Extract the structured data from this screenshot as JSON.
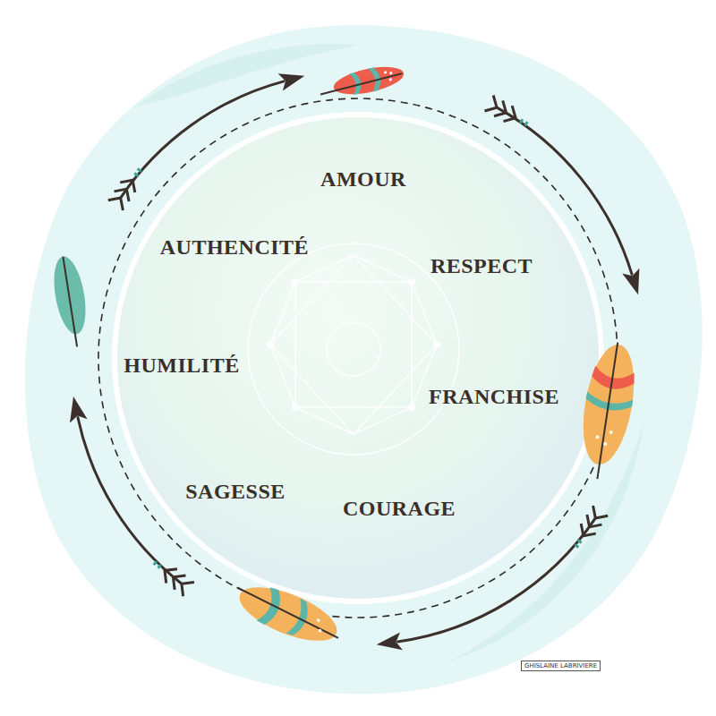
{
  "diagram": {
    "nodes": [
      {
        "text": [
          "AMOUR",
          "RESPECT",
          "FRANCHISE",
          "COURAGE",
          "SAGESSE",
          "HUMILITÉ",
          "AUTHENCITÉ"
        ]
      }
    ],
    "labels": [
      "GHISLAINE LABRIVIERE"
    ]
  }
}
